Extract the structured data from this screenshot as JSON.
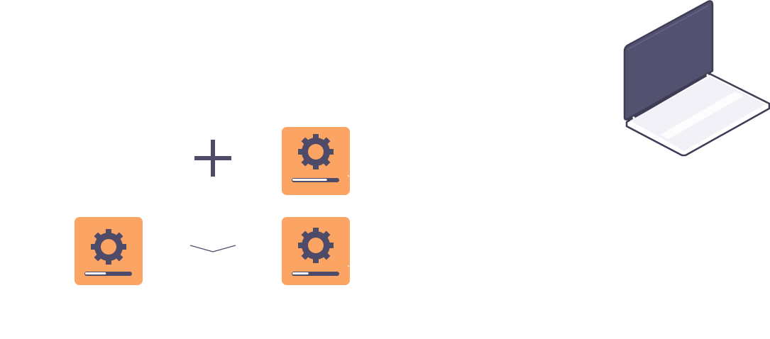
{
  "colors": {
    "tile_background": "#FCA464",
    "gear": "#4E4B69",
    "progress_track": "#4E4B69",
    "progress_fill": "#FFFFFF",
    "laptop_screen": "#535170",
    "laptop_outline": "#3F3D56",
    "laptop_keyboard": "#F2F1F8",
    "page_background": "#FFFFFF"
  },
  "icons": {
    "plus": "plus-icon",
    "chevron": "chevron-down-icon",
    "gear": "gear-icon",
    "laptop": "laptop-icon"
  },
  "tiles": [
    {
      "id": "top-right",
      "progress": 0.75
    },
    {
      "id": "bottom-left",
      "progress": 0.45
    },
    {
      "id": "bottom-right",
      "progress": 0.35
    }
  ]
}
